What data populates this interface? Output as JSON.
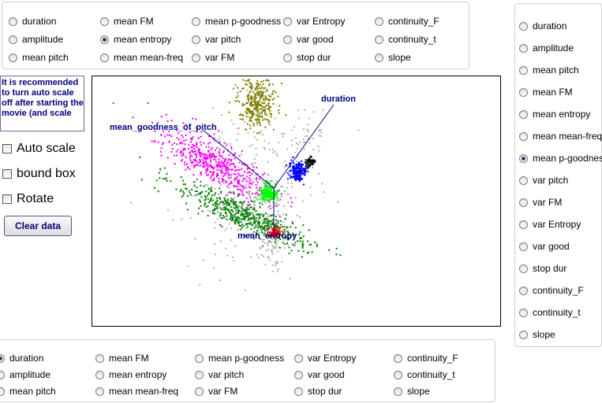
{
  "top_options": {
    "columns": [
      [
        "duration",
        "amplitude",
        "mean pitch"
      ],
      [
        "mean FM",
        "mean entropy",
        "mean mean-freq"
      ],
      [
        "mean p-goodness",
        "var pitch",
        "var FM"
      ],
      [
        "var Entropy",
        "var good",
        "stop dur"
      ],
      [
        "continuity_F",
        "continuity_t",
        "slope"
      ]
    ],
    "selected": "mean entropy"
  },
  "right_options": {
    "items": [
      "duration",
      "amplitude",
      "mean pitch",
      "mean FM",
      "mean entropy",
      "mean mean-freq",
      "mean p-goodness",
      "var pitch",
      "var FM",
      "var Entropy",
      "var good",
      "stop dur",
      "continuity_F",
      "continuity_t",
      "slope"
    ],
    "selected": "mean p-goodness"
  },
  "bottom_options": {
    "columns": [
      [
        "duration",
        "amplitude",
        "mean pitch"
      ],
      [
        "mean FM",
        "mean entropy",
        "mean mean-freq"
      ],
      [
        "mean p-goodness",
        "var pitch",
        "var FM"
      ],
      [
        "var Entropy",
        "var good",
        "stop dur"
      ],
      [
        "continuity_F",
        "continuity_t",
        "slope"
      ]
    ],
    "selected": "duration"
  },
  "notice": "It is recommended to turn auto scale off after starting the movie (and scale",
  "checkboxes": {
    "auto_scale": "Auto scale",
    "bound_box": "bound box",
    "rotate": "Rotate"
  },
  "clear_button": "Clear data",
  "plot": {
    "axis_labels": {
      "duration": "duration",
      "goodness": "mean_goodness_of_pitch",
      "entropy": "mean_entropy"
    },
    "colors": {
      "olive": "#808000",
      "magenta": "#ff00ff",
      "lime": "#00ff00",
      "blue": "#0000ff",
      "black": "#000000",
      "green": "#008000",
      "red": "#ff0000",
      "gray": "#b0b0b0",
      "axis": "#000080"
    }
  }
}
